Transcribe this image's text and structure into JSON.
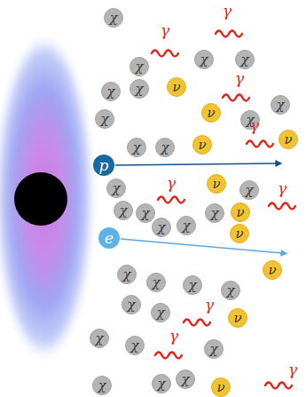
{
  "diagram": {
    "nodes": [
      {
        "text": [
          "χ"
        ]
      },
      {
        "text": [
          "χ"
        ]
      },
      {
        "text": [
          "χ"
        ]
      },
      {
        "text": [
          "χ"
        ]
      },
      {
        "text": [
          "ν"
        ]
      },
      {
        "text": [
          "χ"
        ]
      },
      {
        "text": [
          "χ"
        ]
      },
      {
        "text": [
          "χ"
        ]
      },
      {
        "text": [
          "ν"
        ]
      },
      {
        "text": [
          "χ"
        ]
      },
      {
        "text": [
          "χ"
        ]
      },
      {
        "text": [
          "ν"
        ]
      },
      {
        "text": [
          "ν"
        ]
      },
      {
        "text": [
          "χ"
        ]
      },
      {
        "text": [
          "χ"
        ]
      },
      {
        "text": [
          "p"
        ]
      },
      {
        "text": [
          "ν"
        ]
      },
      {
        "text": [
          "χ"
        ]
      },
      {
        "text": [
          "χ"
        ]
      },
      {
        "text": [
          "χ"
        ]
      },
      {
        "text": [
          "χ"
        ]
      },
      {
        "text": [
          "χ"
        ]
      },
      {
        "text": [
          "ν"
        ]
      },
      {
        "text": [
          "χ"
        ]
      },
      {
        "text": [
          "χ"
        ]
      },
      {
        "text": [
          "ν"
        ]
      },
      {
        "text": [
          "e"
        ]
      },
      {
        "text": [
          "ν"
        ]
      },
      {
        "text": [
          "χ"
        ]
      },
      {
        "text": [
          "χ"
        ]
      },
      {
        "text": [
          "χ"
        ]
      },
      {
        "text": [
          "χ"
        ]
      },
      {
        "text": [
          "χ"
        ]
      },
      {
        "text": [
          "χ"
        ]
      },
      {
        "text": [
          "ν"
        ]
      },
      {
        "text": [
          "χ"
        ]
      },
      {
        "text": [
          "χ"
        ]
      },
      {
        "text": [
          "χ"
        ]
      },
      {
        "text": [
          "χ"
        ]
      },
      {
        "text": [
          "χ"
        ]
      },
      {
        "text": [
          "χ"
        ]
      },
      {
        "text": [
          "ν"
        ]
      }
    ],
    "labels": [
      "γ",
      "γ",
      "γ",
      "γ",
      "γ",
      "γ",
      "γ",
      "γ",
      "γ"
    ]
  }
}
